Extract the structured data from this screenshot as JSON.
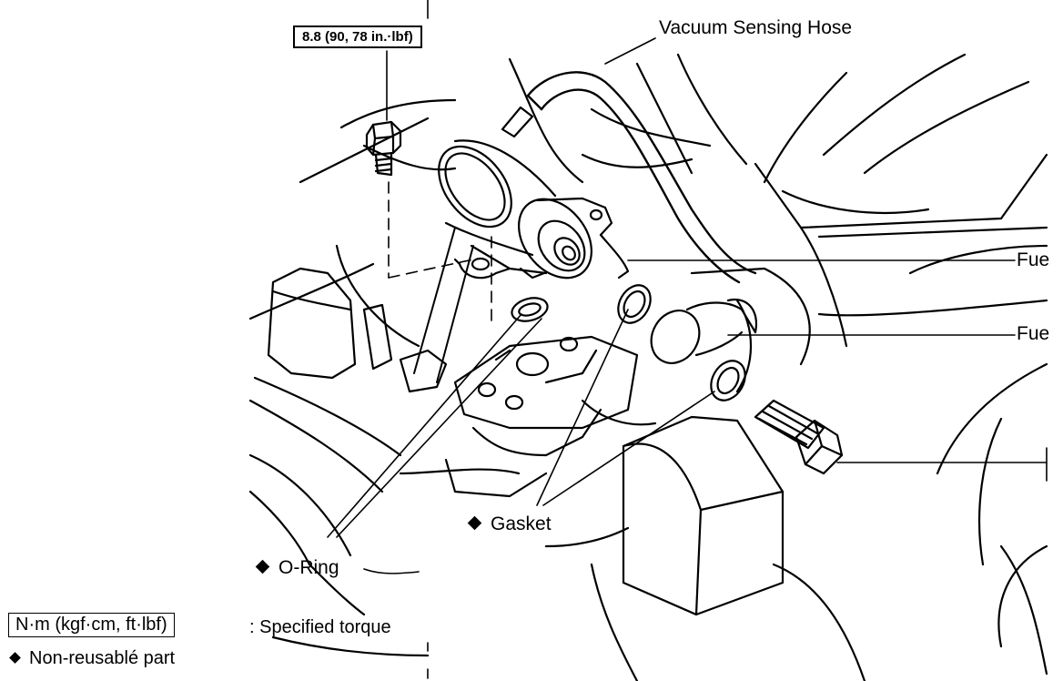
{
  "torque_spec": "8.8 (90, 78 in.·lbf)",
  "labels": {
    "vacuum_hose": "Vacuum Sensing Hose",
    "fuel_upper": "Fue",
    "fuel_lower": "Fue",
    "gasket": "Gasket",
    "o_ring": "O-Ring"
  },
  "legend": {
    "torque_unit": "N·m (kgf·cm, ft·lbf)",
    "torque_desc": ":  Specified torque",
    "nonreusable": "Non-reusablé part"
  },
  "colors": {
    "ink": "#000000",
    "paper": "#ffffff"
  }
}
